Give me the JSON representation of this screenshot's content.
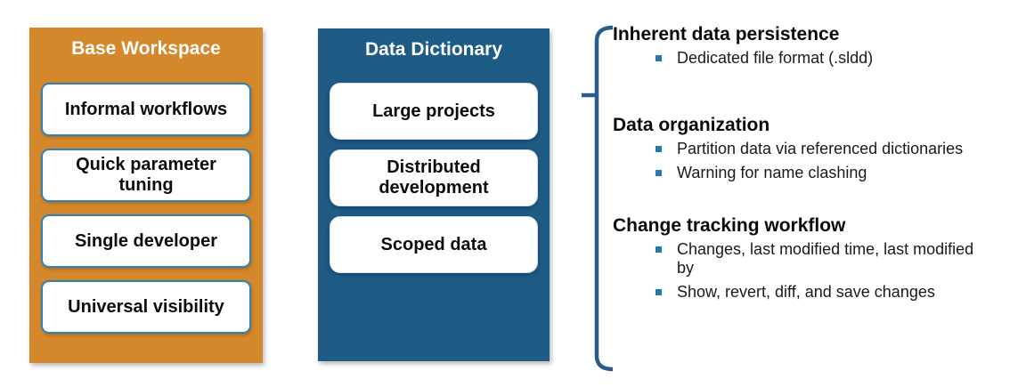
{
  "left_panel": {
    "title": "Base Workspace",
    "items": [
      "Informal workflows",
      "Quick parameter tuning",
      "Single developer",
      "Universal visibility"
    ]
  },
  "middle_panel": {
    "title": "Data Dictionary",
    "items": [
      "Large projects",
      "Distributed development",
      "Scoped data"
    ]
  },
  "details": {
    "sections": [
      {
        "heading": "Inherent data persistence",
        "bullets": [
          "Dedicated file format (.sldd)"
        ]
      },
      {
        "heading": "Data organization",
        "bullets": [
          "Partition data via referenced dictionaries",
          "Warning for name clashing"
        ]
      },
      {
        "heading": "Change tracking workflow",
        "bullets": [
          "Changes, last modified time, last modified by",
          "Show, revert, diff, and save changes"
        ]
      }
    ]
  },
  "colors": {
    "workspace_orange": "#D5872B",
    "dictionary_blue": "#1E5B85",
    "box_border_blue": "#2C82B8",
    "bullet_blue": "#2878AE",
    "bracket_blue": "#295C88"
  }
}
